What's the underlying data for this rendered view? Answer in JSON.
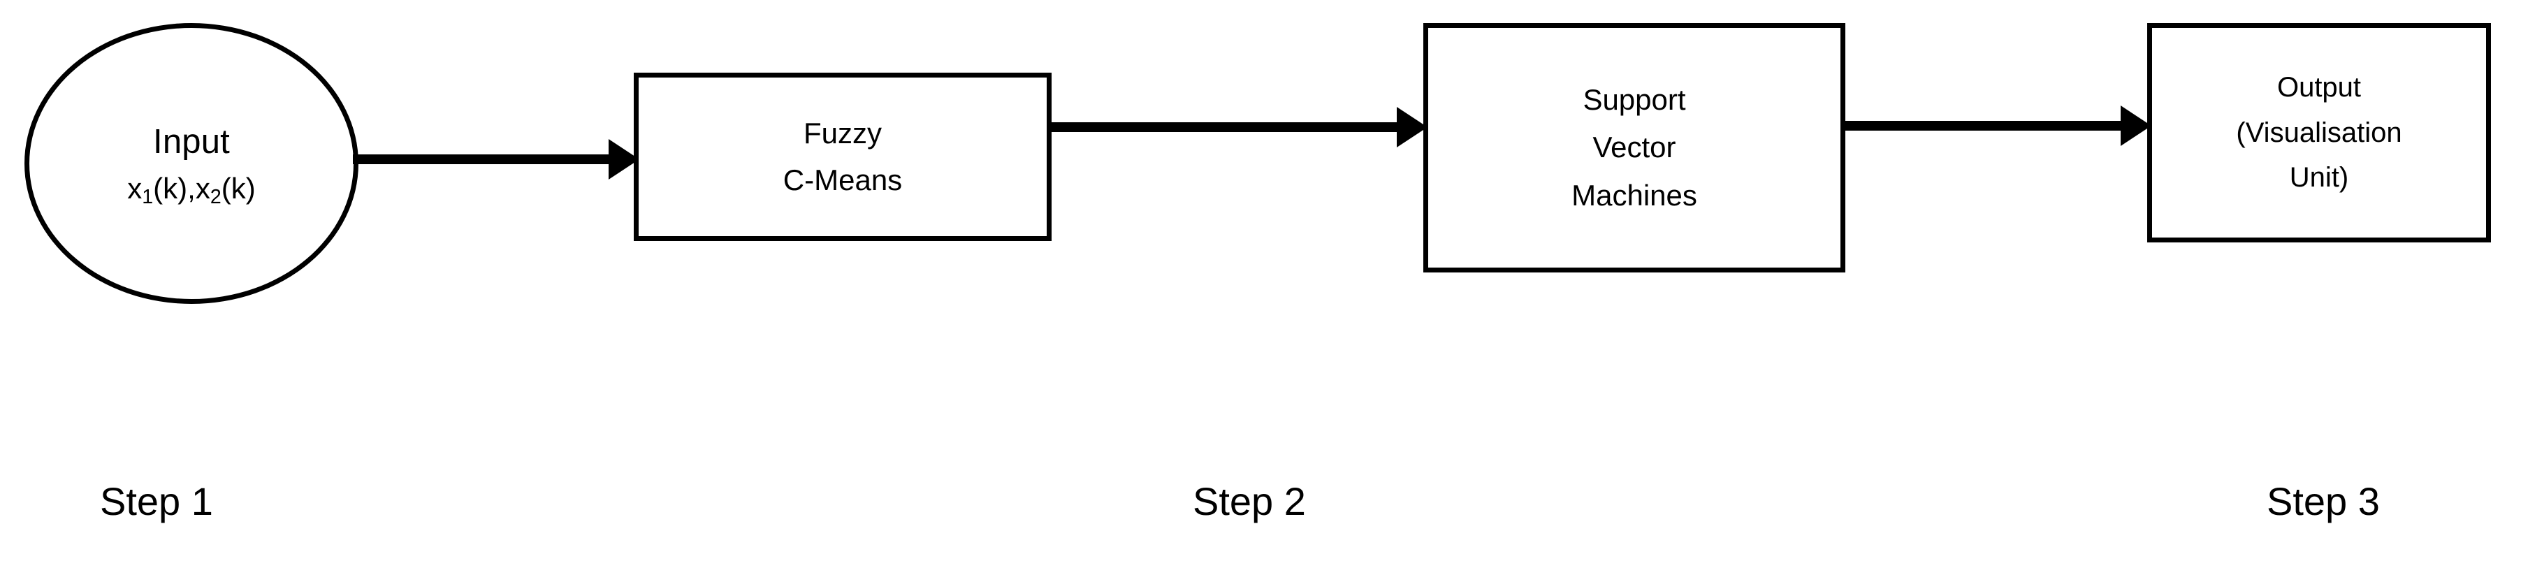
{
  "diagram": {
    "title": "FCM-SVM processing pipeline flowchart",
    "background_color": "#ffffff",
    "stroke_color": "#000000",
    "nodes": [
      {
        "id": "input",
        "shape": "ellipse",
        "title": "Input",
        "subtitle_parts": {
          "x_var_1": "x",
          "sub_1": "1",
          "arg_1": "(k),",
          "x_var_2": "x",
          "sub_2": "2",
          "arg_2": "(k)"
        }
      },
      {
        "id": "fuzzy-c-means",
        "shape": "rectangle",
        "lines": [
          "Fuzzy",
          "C-Means"
        ]
      },
      {
        "id": "support-vector-machines",
        "shape": "rectangle",
        "lines": [
          "Support",
          "Vector",
          "Machines"
        ]
      },
      {
        "id": "output",
        "shape": "rectangle",
        "lines": [
          "Output",
          "(Visualisation",
          "Unit)"
        ]
      }
    ],
    "arrows": [
      {
        "id": "input-to-fcm",
        "from": "input",
        "to": "fuzzy-c-means",
        "direction": "right"
      },
      {
        "id": "fcm-to-svm",
        "from": "fuzzy-c-means",
        "to": "support-vector-machines",
        "direction": "right"
      },
      {
        "id": "svm-to-output",
        "from": "support-vector-machines",
        "to": "output",
        "direction": "right"
      }
    ],
    "step_labels": [
      {
        "id": "step-1",
        "text": "Step 1"
      },
      {
        "id": "step-2",
        "text": "Step 2"
      },
      {
        "id": "step-3",
        "text": "Step 3"
      }
    ]
  }
}
